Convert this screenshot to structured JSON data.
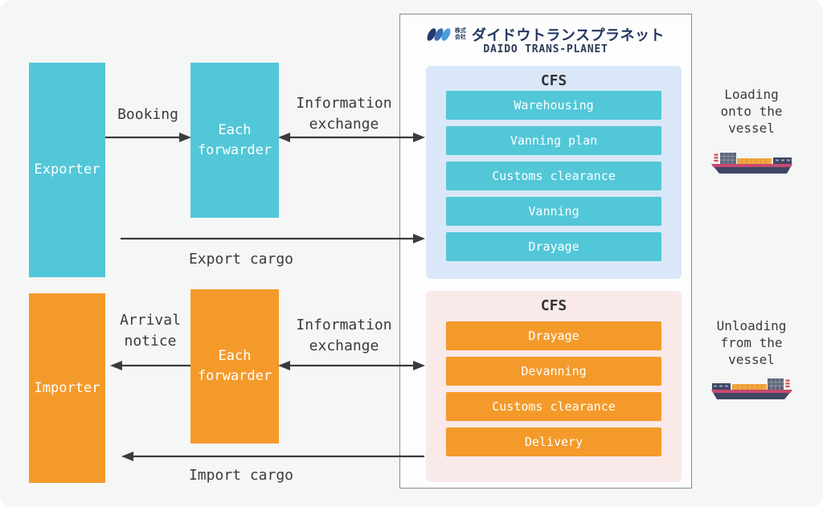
{
  "logo": {
    "company_prefix_jp": "株式\n会社",
    "company_name_jp": "ダイドウトランスプラネット",
    "company_name_en": "DAIDO TRANS-PLANET"
  },
  "actors": {
    "exporter": "Exporter",
    "importer": "Importer",
    "forwarder_export": "Each forwarder",
    "forwarder_import": "Each forwarder"
  },
  "flows": {
    "booking": "Booking",
    "information_exchange_export": "Information exchange",
    "export_cargo": "Export cargo",
    "arrival_notice": "Arrival notice",
    "information_exchange_import": "Information exchange",
    "import_cargo": "Import cargo"
  },
  "cfs_export": {
    "title": "CFS",
    "steps": [
      "Warehousing",
      "Vanning plan",
      "Customs clearance",
      "Vanning",
      "Drayage"
    ]
  },
  "cfs_import": {
    "title": "CFS",
    "steps": [
      "Drayage",
      "Devanning",
      "Customs clearance",
      "Delivery"
    ]
  },
  "vessels": {
    "loading": "Loading onto the vessel",
    "unloading": "Unloading from the vessel"
  },
  "colors": {
    "teal": "#52c7d8",
    "orange": "#f49a2b",
    "cfs_export_bg": "#d9e7f8",
    "cfs_import_bg": "#f9e9e9",
    "page_bg": "#f5f6f6",
    "arrow": "#3b3b3d",
    "logo_navy": "#22365f"
  }
}
